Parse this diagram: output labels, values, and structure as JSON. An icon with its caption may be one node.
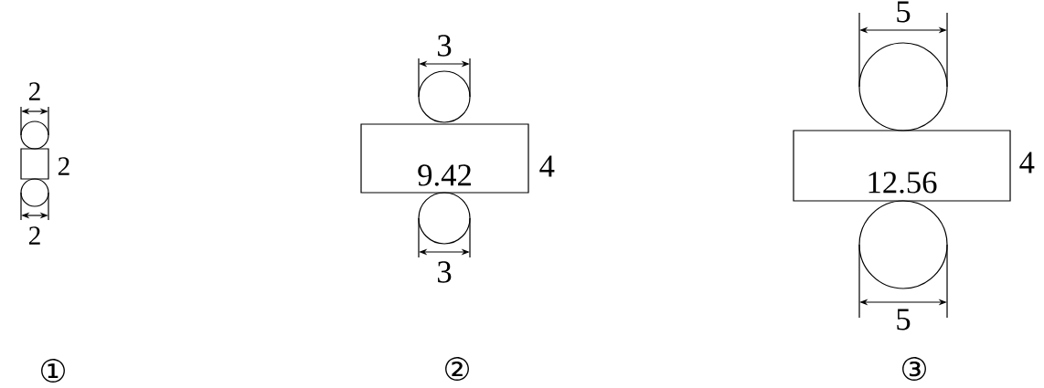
{
  "diagram": {
    "nodes": [
      {
        "text": [],
        "shape": "circle"
      },
      {
        "text": [],
        "shape": "box",
        "beside": [
          "2"
        ]
      },
      {
        "text": [],
        "shape": "circle"
      },
      {
        "text": [],
        "shape": "circle"
      },
      {
        "text": [
          "9.42"
        ],
        "beside": [
          "4"
        ]
      },
      {
        "text": [],
        "shape": "circle"
      },
      {
        "text": [],
        "shape": "circle"
      },
      {
        "text": [
          "12.56"
        ],
        "beside": [
          "4"
        ]
      },
      {
        "text": [],
        "shape": "circle"
      }
    ],
    "labels": [
      "2",
      "2",
      "3",
      "3",
      "5",
      "5",
      "①",
      "②",
      "③"
    ]
  }
}
